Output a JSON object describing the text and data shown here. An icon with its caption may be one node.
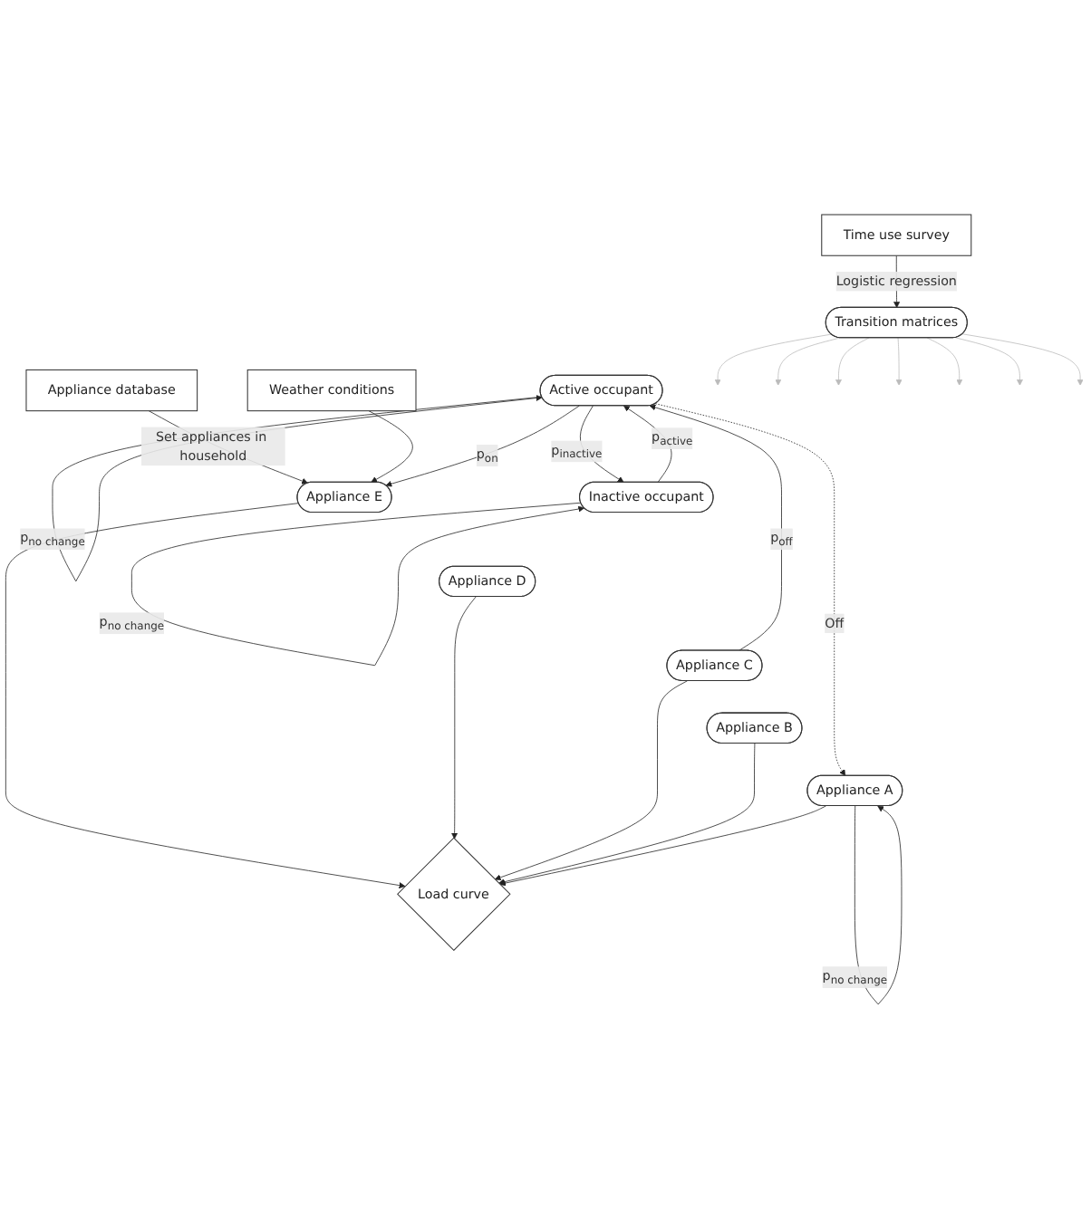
{
  "diagram": {
    "nodes": [
      {
        "text": [
          "Time use survey"
        ]
      },
      {
        "text": [
          "Appliance database"
        ]
      },
      {
        "text": [
          "Weather conditions"
        ]
      },
      {
        "text": [
          "Transition matrices"
        ]
      },
      {
        "text": [
          "Active occupant"
        ]
      },
      {
        "text": [
          "Inactive occupant"
        ]
      },
      {
        "text": [
          "Appliance E"
        ]
      },
      {
        "text": [
          "Appliance D"
        ]
      },
      {
        "text": [
          "Appliance C"
        ]
      },
      {
        "text": [
          "Appliance B"
        ]
      },
      {
        "text": [
          "Appliance A"
        ]
      },
      {
        "text": [
          "Load curve"
        ]
      }
    ],
    "edges": [
      {
        "from": 0,
        "to": 3,
        "arrow": "to",
        "label": "Logistic regression"
      },
      {
        "from": 1,
        "to": 6,
        "arrow": "to",
        "label": "Set appliances in household"
      },
      {
        "from": 2,
        "to": 6,
        "arrow": "to"
      },
      {
        "from": 4,
        "to": 4,
        "arrow": "to",
        "label": "p$_{no change}$"
      },
      {
        "from": 4,
        "to": 6,
        "arrow": "to",
        "label": "p$_{on}$"
      },
      {
        "from": 8,
        "to": 4,
        "arrow": "to",
        "label": "p$_{off}$"
      },
      {
        "from": 4,
        "to": 5,
        "arrow": "to",
        "label": "p$_{inactive}$"
      },
      {
        "from": 5,
        "to": 4,
        "arrow": "to",
        "label": "p$_{active}$"
      },
      {
        "from": 5,
        "to": 5,
        "arrow": "to",
        "label": "p$_{no change}$"
      },
      {
        "from": 4,
        "to": 10,
        "arrow": "to",
        "label": "Off",
        "style": "dashed"
      },
      {
        "from": 10,
        "to": 10,
        "arrow": "to",
        "label": "p$_{no change}$"
      },
      {
        "from": 6,
        "to": 11,
        "arrow": "to"
      },
      {
        "from": 7,
        "to": 11,
        "arrow": "to"
      },
      {
        "from": 8,
        "to": 11,
        "arrow": "to"
      },
      {
        "from": 9,
        "to": 11,
        "arrow": "to"
      },
      {
        "from": 10,
        "to": 11,
        "arrow": "to"
      },
      {
        "from": 3,
        "to": null,
        "arrow": "to",
        "color": "#bbbbbb"
      },
      {
        "from": 3,
        "to": null,
        "arrow": "to",
        "color": "#bbbbbb"
      },
      {
        "from": 3,
        "to": null,
        "arrow": "to",
        "color": "#bbbbbb"
      },
      {
        "from": 3,
        "to": null,
        "arrow": "to",
        "color": "#bbbbbb"
      },
      {
        "from": 3,
        "to": null,
        "arrow": "to",
        "color": "#bbbbbb"
      },
      {
        "from": 3,
        "to": null,
        "arrow": "to",
        "color": "#bbbbbb"
      },
      {
        "from": 3,
        "to": null,
        "arrow": "to",
        "color": "#bbbbbb"
      }
    ]
  }
}
